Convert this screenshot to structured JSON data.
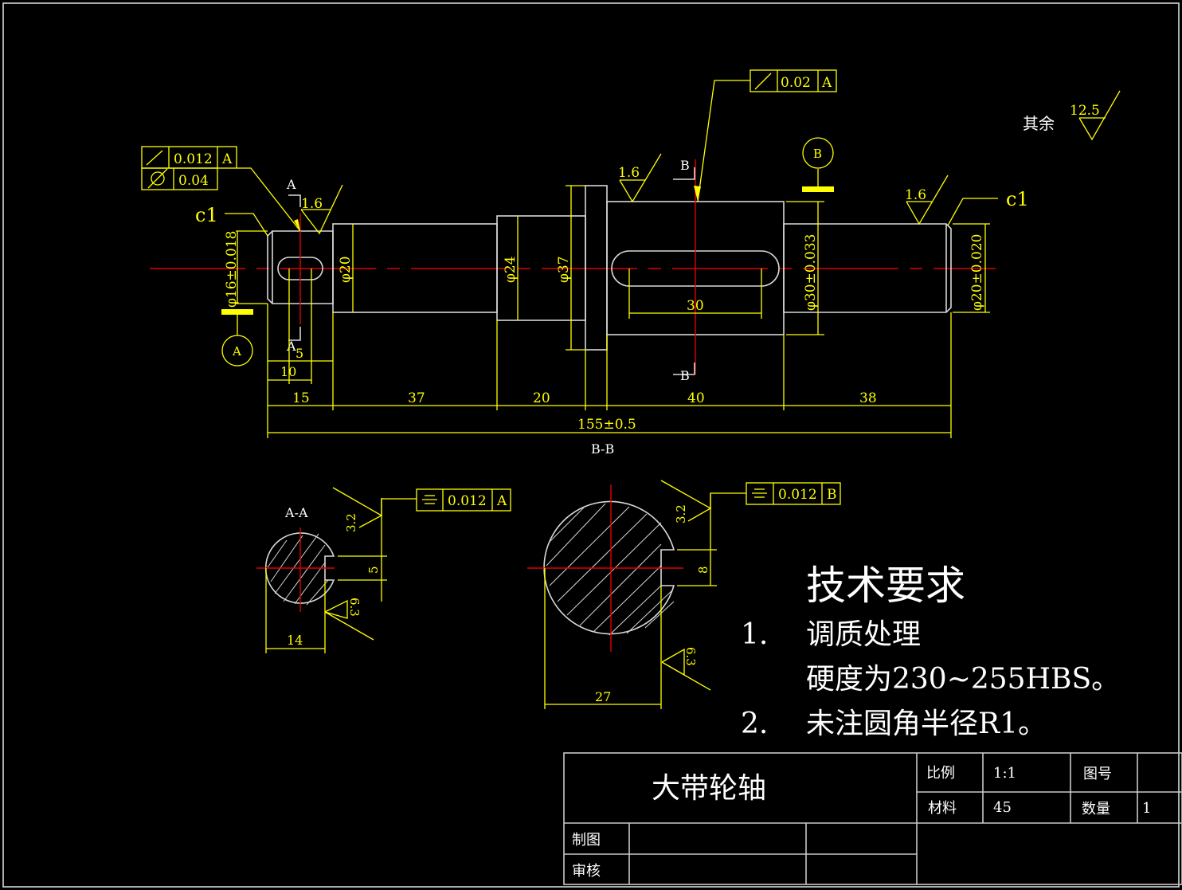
{
  "drawing": {
    "title": "大带轮轴",
    "title_block": {
      "scale_label": "比例",
      "scale_value": "1:1",
      "drawing_no_label": "图号",
      "drawing_no_value": "",
      "material_label": "材料",
      "material_value": "45",
      "quantity_label": "数量",
      "quantity_value": "1",
      "drawn_by_label": "制图",
      "checked_by_label": "审核"
    },
    "roughness_default": {
      "label": "其余",
      "value": "12.5"
    },
    "main_view": {
      "geometric_tolerances": [
        {
          "symbol": "circular-runout",
          "value": "0.012",
          "datum": "A"
        },
        {
          "symbol": "cylindricity",
          "value": "0.04",
          "datum": ""
        },
        {
          "symbol": "circular-runout",
          "value": "0.02",
          "datum": "A"
        }
      ],
      "roughness": [
        "1.6",
        "1.6",
        "1.6"
      ],
      "chamfers": [
        "c1",
        "c1"
      ],
      "datums": [
        "A",
        "B"
      ],
      "section_marks": [
        "A",
        "A",
        "B",
        "B"
      ],
      "diameters": [
        "φ16±0.018",
        "φ20",
        "φ24",
        "φ37",
        "φ30±0.033",
        "φ20±0.020"
      ],
      "lengths": {
        "keyway_small_offset": "5",
        "keyway_small_length": "10",
        "keyway_large_length": "30",
        "segments": [
          "15",
          "37",
          "20",
          "40",
          "38"
        ],
        "total": "155±0.5"
      }
    },
    "section_aa": {
      "label": "A-A",
      "tolerance": {
        "symbol": "symmetry",
        "value": "0.012",
        "datum": "A"
      },
      "roughness": [
        "3.2",
        "6.3"
      ],
      "key_width": "5",
      "depth": "14"
    },
    "section_bb": {
      "label": "B-B",
      "tolerance": {
        "symbol": "symmetry",
        "value": "0.012",
        "datum": "B"
      },
      "roughness": [
        "3.2",
        "6.3"
      ],
      "key_width": "8",
      "depth": "27"
    },
    "technical_requirements": {
      "heading": "技术要求",
      "items": [
        {
          "num": "1.",
          "text": "调质处理"
        },
        {
          "num": "",
          "text": "硬度为230~255HBS。"
        },
        {
          "num": "2.",
          "text": "未注圆角半径R1。"
        }
      ]
    }
  }
}
